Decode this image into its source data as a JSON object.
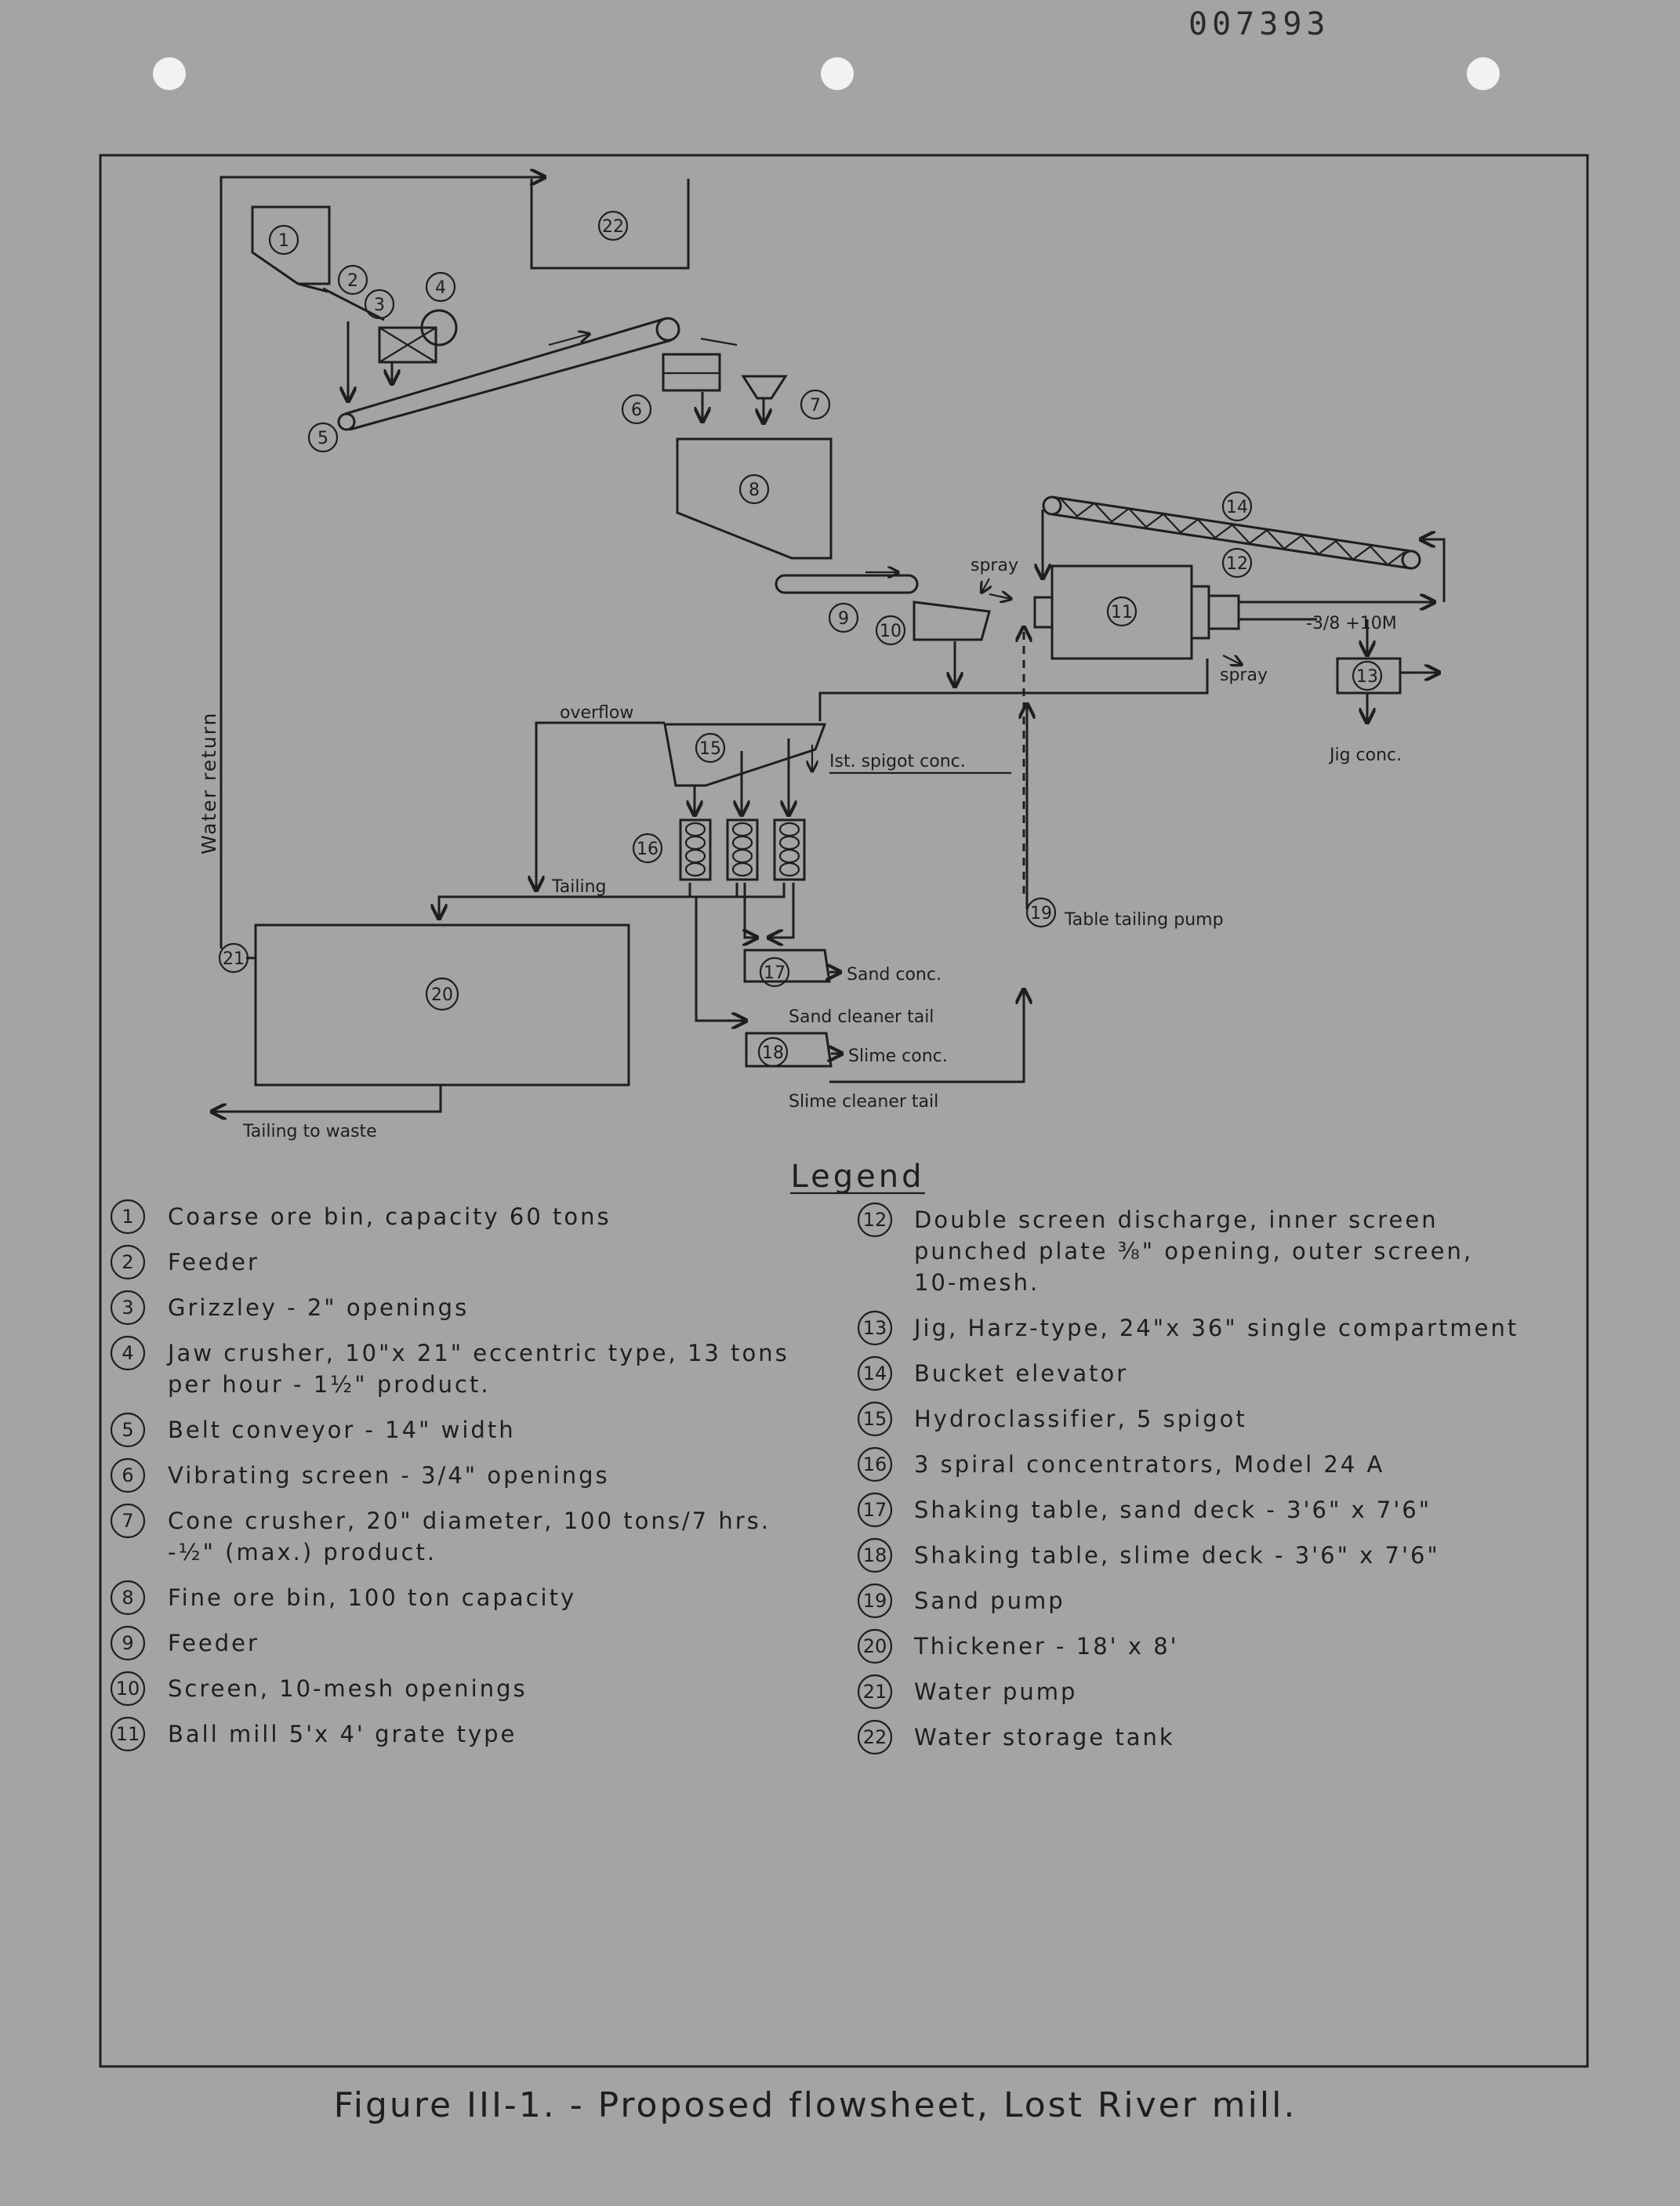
{
  "document_id": "007393",
  "legend_title": "Legend",
  "caption": "Figure III-1. - Proposed flowsheet, Lost River mill.",
  "diagram_labels": {
    "water_return": "Water return",
    "spray_1": "spray",
    "spray_2": "spray",
    "overflow": "overflow",
    "first_spigot_conc": "Ist. spigot conc.",
    "screen_size": "-3/8 +10M",
    "jig_conc": "Jig conc.",
    "tailing": "Tailing",
    "table_tailing_pump": "Table tailing pump",
    "sand_conc": "Sand conc.",
    "sand_cleaner_tail": "Sand cleaner tail",
    "slime_conc": "Slime conc.",
    "slime_cleaner_tail": "Slime cleaner tail",
    "tailing_to_waste": "Tailing to waste"
  },
  "equipment_numbers": [
    "1",
    "2",
    "3",
    "4",
    "5",
    "6",
    "7",
    "8",
    "9",
    "10",
    "11",
    "12",
    "13",
    "14",
    "15",
    "16",
    "17",
    "18",
    "19",
    "20",
    "21",
    "22"
  ],
  "legend_left": [
    {
      "num": "1",
      "lines": [
        "Coarse ore bin, capacity 60 tons"
      ]
    },
    {
      "num": "2",
      "lines": [
        "Feeder"
      ]
    },
    {
      "num": "3",
      "lines": [
        "Grizzley - 2\" openings"
      ]
    },
    {
      "num": "4",
      "lines": [
        "Jaw crusher, 10\"x 21\" eccentric type, 13 tons",
        "per hour - 1½\" product."
      ]
    },
    {
      "num": "5",
      "lines": [
        "Belt conveyor - 14\" width"
      ]
    },
    {
      "num": "6",
      "lines": [
        "Vibrating screen - 3/4\" openings"
      ]
    },
    {
      "num": "7",
      "lines": [
        "Cone crusher, 20\" diameter, 100 tons/7 hrs.",
        "-½\" (max.) product."
      ]
    },
    {
      "num": "8",
      "lines": [
        "Fine ore bin, 100 ton capacity"
      ]
    },
    {
      "num": "9",
      "lines": [
        "Feeder"
      ]
    },
    {
      "num": "10",
      "lines": [
        "Screen, 10-mesh openings"
      ]
    },
    {
      "num": "11",
      "lines": [
        "Ball mill 5'x 4' grate type"
      ]
    }
  ],
  "legend_right": [
    {
      "num": "12",
      "lines": [
        "Double screen discharge, inner screen",
        "punched plate ⅜\" opening, outer screen,",
        "10-mesh."
      ]
    },
    {
      "num": "13",
      "lines": [
        "Jig, Harz-type, 24\"x 36\" single compartment"
      ]
    },
    {
      "num": "14",
      "lines": [
        "Bucket elevator"
      ]
    },
    {
      "num": "15",
      "lines": [
        "Hydroclassifier, 5 spigot"
      ]
    },
    {
      "num": "16",
      "lines": [
        "3 spiral concentrators, Model 24 A"
      ]
    },
    {
      "num": "17",
      "lines": [
        "Shaking table, sand deck - 3'6\" x 7'6\""
      ]
    },
    {
      "num": "18",
      "lines": [
        "Shaking table, slime deck - 3'6\" x 7'6\""
      ]
    },
    {
      "num": "19",
      "lines": [
        "Sand pump"
      ]
    },
    {
      "num": "20",
      "lines": [
        "Thickener - 18' x 8'"
      ]
    },
    {
      "num": "21",
      "lines": [
        "Water pump"
      ]
    },
    {
      "num": "22",
      "lines": [
        "Water storage tank"
      ]
    }
  ]
}
